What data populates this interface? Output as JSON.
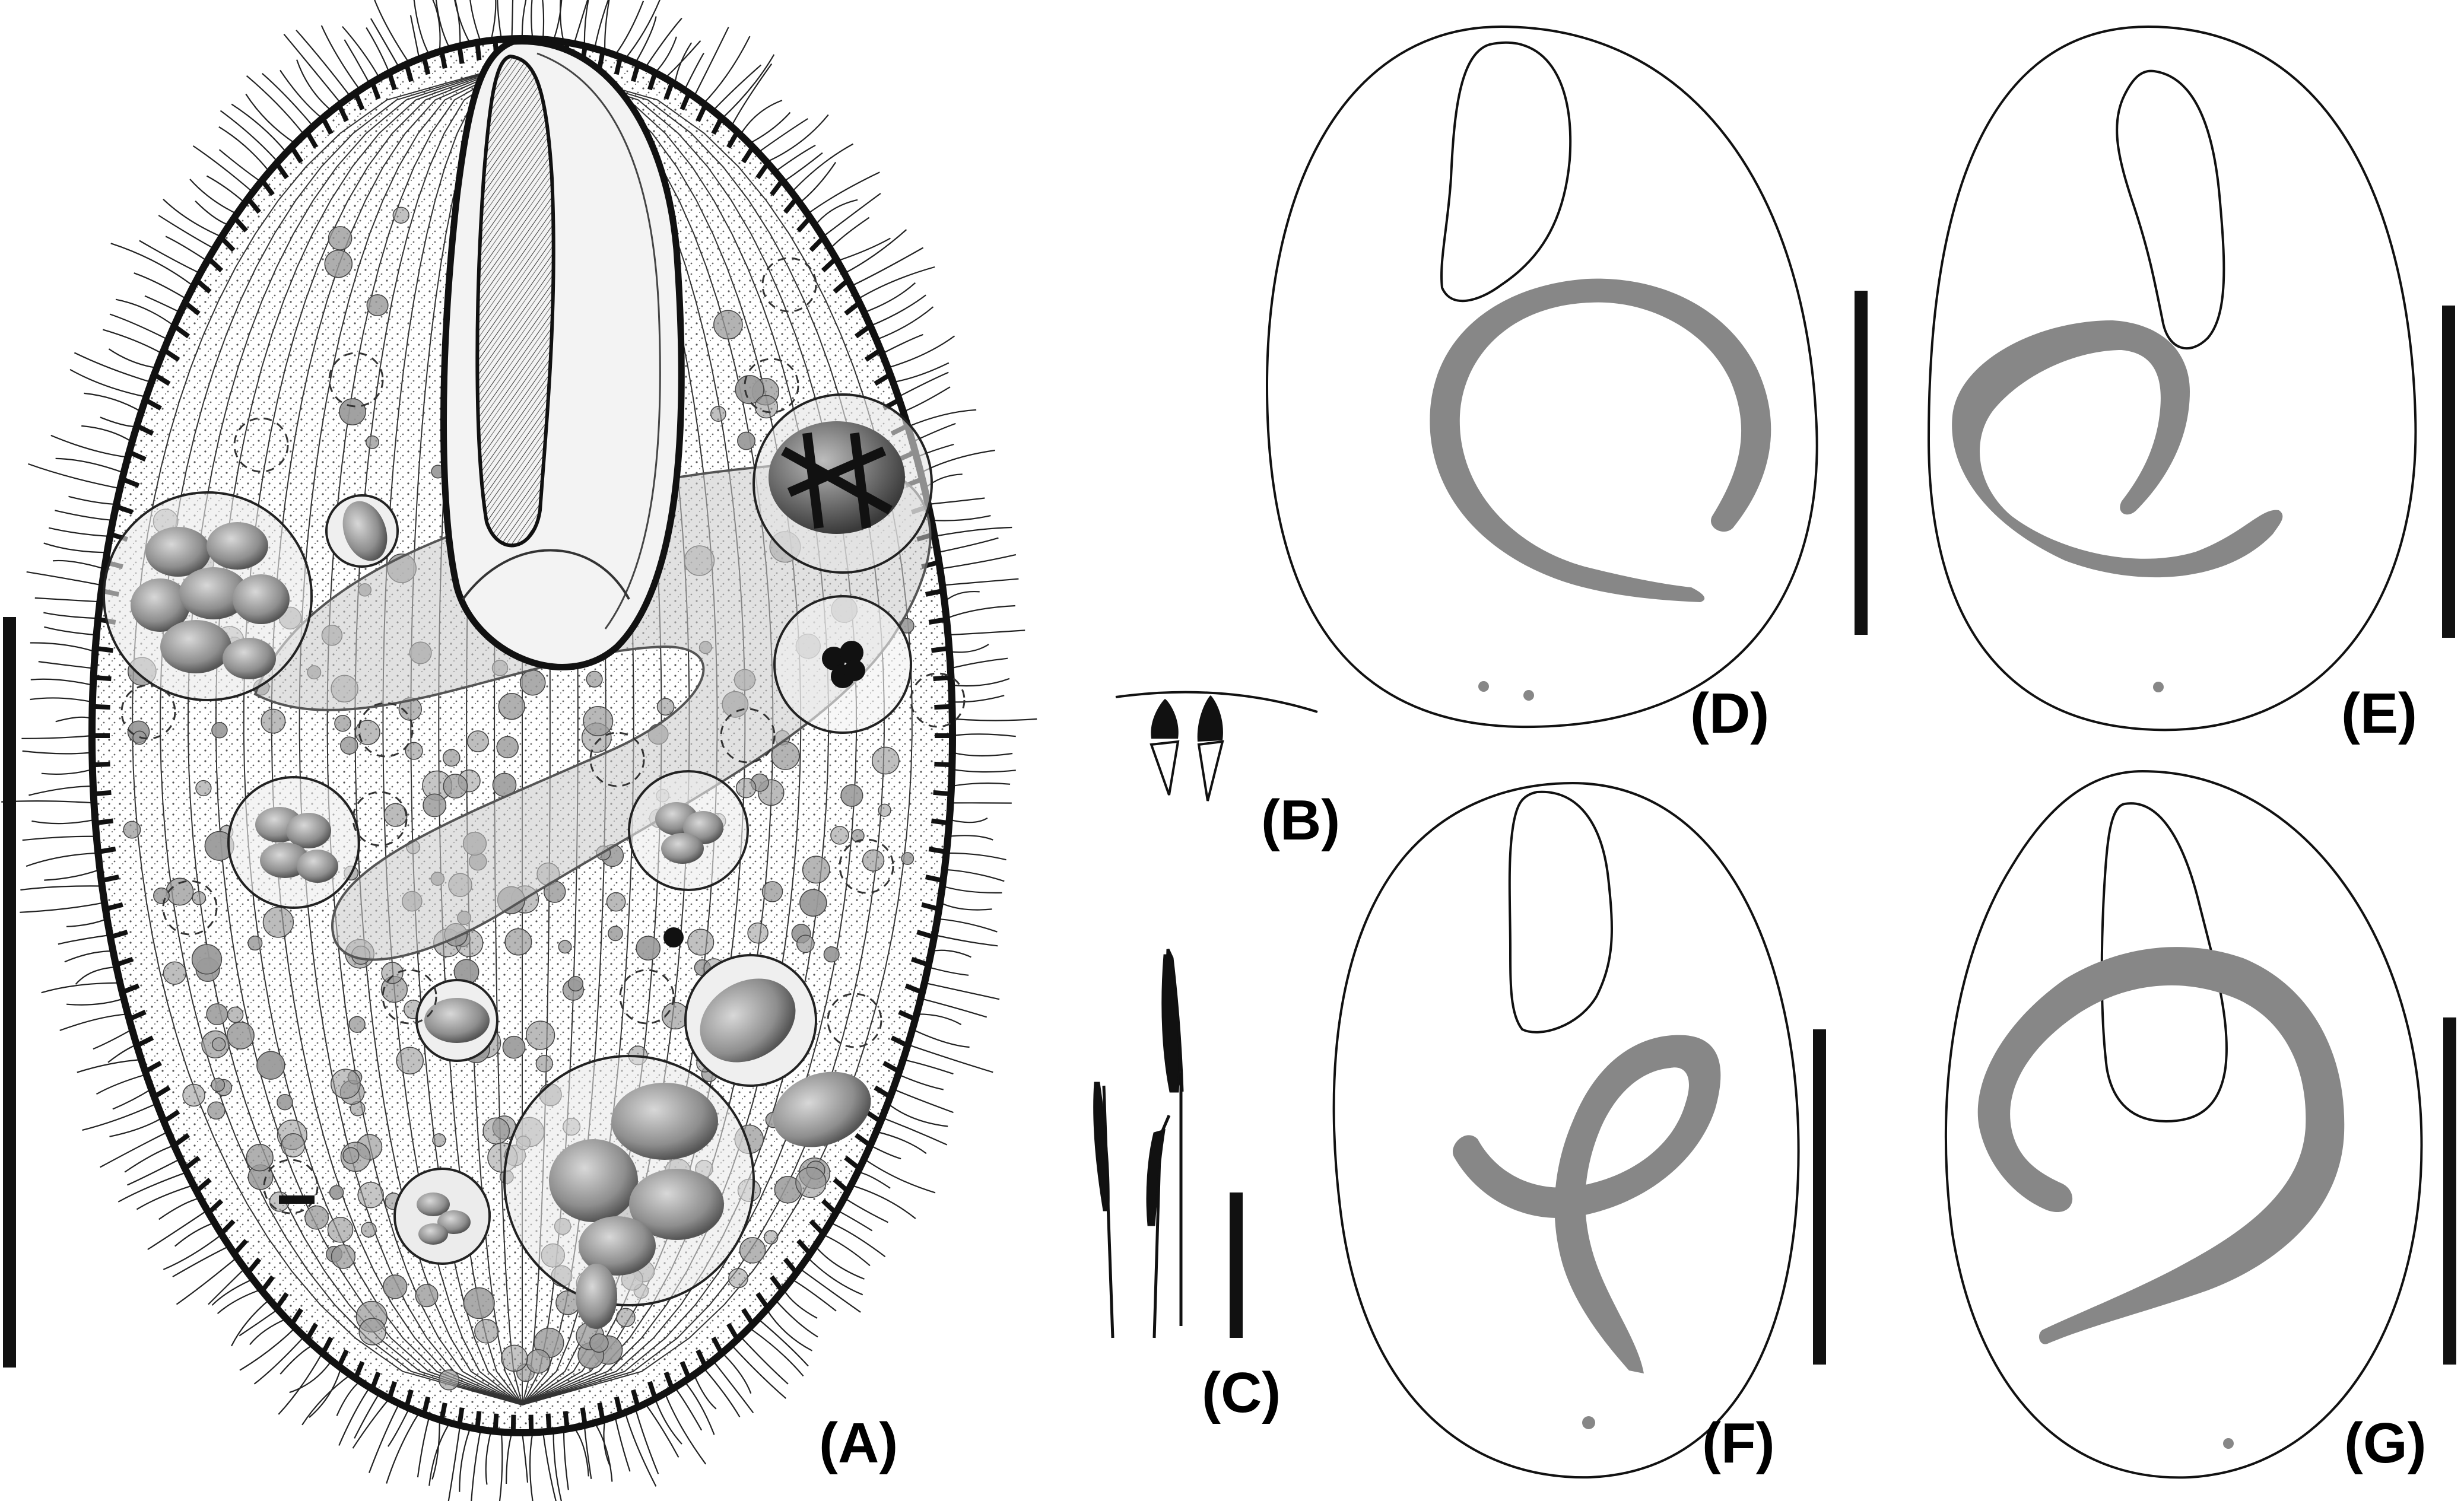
{
  "figure": {
    "panels": [
      {
        "id": "A",
        "label": "(A)",
        "content": "whole-cell drawing"
      },
      {
        "id": "B",
        "label": "(B)",
        "content": "cortical granules (extrusomes)"
      },
      {
        "id": "C",
        "label": "(C)",
        "content": "somatic cilia / bristles"
      },
      {
        "id": "D",
        "label": "(D)",
        "content": "outline with macronucleus shape"
      },
      {
        "id": "E",
        "label": "(E)",
        "content": "outline with macronucleus shape"
      },
      {
        "id": "F",
        "label": "(F)",
        "content": "outline with macronucleus shape"
      },
      {
        "id": "G",
        "label": "(G)",
        "content": "outline with macronucleus shape"
      }
    ],
    "colors": {
      "ink": "#111111",
      "macronucleus_fill": "#878787",
      "stipple": "#555555",
      "inclusion_fill": "#9a9a9a"
    }
  }
}
